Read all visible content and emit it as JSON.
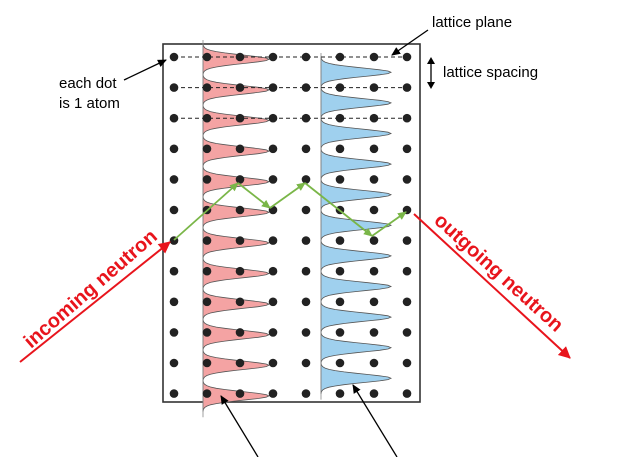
{
  "labels": {
    "lattice_plane": "lattice plane",
    "lattice_spacing": "lattice spacing",
    "each_dot_line1": "each dot",
    "each_dot_line2": "is 1 atom",
    "incoming": "incoming neutron",
    "outgoing": "outgoing neutron"
  },
  "lattice": {
    "rows": 12,
    "columns": 8,
    "dashed_rows": 3
  },
  "colors": {
    "atom": "#222222",
    "red_wave_fill": "#f4a3a3",
    "blue_wave_fill": "#9fd0ee",
    "wave_stroke": "#555555",
    "neutron_path": "#7ab648",
    "neutron_label": "#e8141c",
    "border": "#333333"
  }
}
